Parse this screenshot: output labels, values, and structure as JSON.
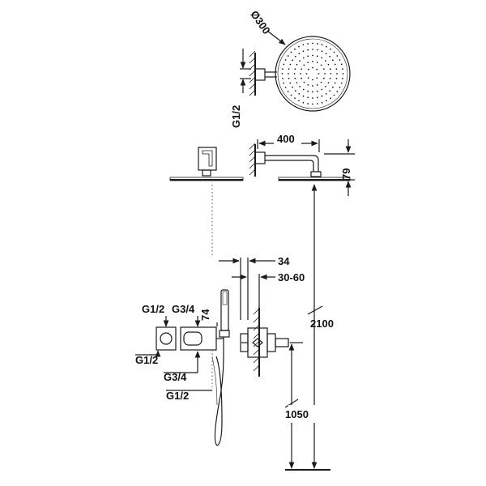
{
  "dimensions": {
    "diameter": "Ø300",
    "thread_top": "G1/2",
    "arm_length": "400",
    "head_drop": "79",
    "wall_depth": "34",
    "wall_range": "30-60",
    "valve_height": "74",
    "total_height": "2100",
    "outlet_height": "1050",
    "left_top_thread_1": "G1/2",
    "left_top_thread_2": "G3/4",
    "left_mid_thread": "G1/2",
    "bottom_thread_1": "G3/4",
    "bottom_thread_2": "G1/2"
  }
}
